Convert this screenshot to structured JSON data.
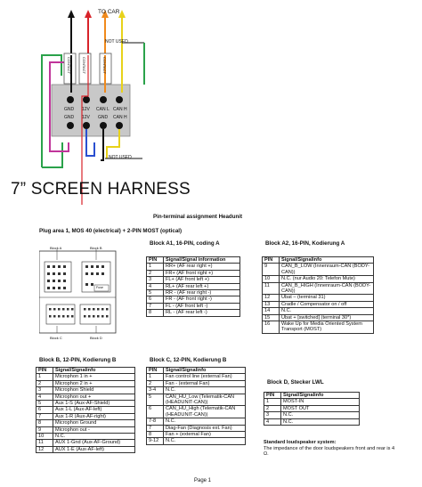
{
  "harness": {
    "to_car": "TO CAR",
    "not_used_top": "NOT USED",
    "not_used_bottom": "NOT USED",
    "connector_contacts": [
      "CONTACT",
      "CONTACT",
      "CONTACT"
    ],
    "pins_top": [
      "GND",
      "12V",
      "CAN L",
      "CAN H"
    ],
    "pins_bottom": [
      "GND",
      "12V",
      "GND",
      "CAN H"
    ],
    "title": "7” SCREEN HARNESS"
  },
  "doc": {
    "heading": "Pin-terminal assignment Headunit",
    "plug_area": "Plug area 1, MOS 40 (electrical) + 2-PIN MOST (optical)",
    "plug_labels": {
      "block_a": "Block A",
      "block_b": "Block B",
      "block_c": "Block C",
      "block_d": "Block D",
      "inner": "Fuse"
    },
    "page": "Page 1",
    "speaker_note_title": "Standard loudspeaker system:",
    "speaker_note_text": "The impedance of the door loudspeakers front and rear is 4 Ω.",
    "tables": {
      "a1": {
        "title": "Block A1, 16-PIN, coding A",
        "headers": [
          "PIN",
          "Signal/Signal information"
        ],
        "rows": [
          [
            "1",
            "RR+ (AF rear right +)"
          ],
          [
            "2",
            "FR+ (AF front right +)"
          ],
          [
            "3",
            "FL+ (AF front left +)"
          ],
          [
            "4",
            "RL+ (AF rear left +)"
          ],
          [
            "5",
            "RR - (AF rear right -)"
          ],
          [
            "6",
            "FR - (AF front right -)"
          ],
          [
            "7",
            "FL - (AF front left -)"
          ],
          [
            "8",
            "RL - (AF rear left -)"
          ]
        ]
      },
      "a2": {
        "title": "Block A2, 16-PIN, Kodierung A",
        "headers": [
          "PIN",
          "Signal/Signalinfo"
        ],
        "rows": [
          [
            "9",
            "CAN_B_LOW (Innenraum-CAN (BODY-CAN))"
          ],
          [
            "10",
            "N.C. (nur Audio 20: Telefon Mute)"
          ],
          [
            "11",
            "CAN_B_HIGH (Innenraum-CAN (BODY-CAN))"
          ],
          [
            "12",
            "Ubat – (terminal 31)"
          ],
          [
            "13",
            "Cradle / Compensator on / off"
          ],
          [
            "14",
            "N.C."
          ],
          [
            "15",
            "Ubat + [switched] (terminal 30*)"
          ],
          [
            "16",
            "Wake Up for Media Oriented System Transport (MOST)"
          ]
        ]
      },
      "b": {
        "title": "Block B, 12-PIN, Kodierung B",
        "headers": [
          "PIN",
          "Signal/Signalinfo"
        ],
        "rows": [
          [
            "1",
            "Microphon 1 in +"
          ],
          [
            "2",
            "Microphon 2 in +"
          ],
          [
            "3",
            "Microphon Shield"
          ],
          [
            "4",
            "Microphon out +"
          ],
          [
            "5",
            "Aux 1-S (Aux-AF-Shield)"
          ],
          [
            "6",
            "Aux 1-L (Aux-AF-left)"
          ],
          [
            "7",
            "Aux 1-R (Aux-AF-right)"
          ],
          [
            "8",
            "Microphon Ground"
          ],
          [
            "9",
            "Microphon out -"
          ],
          [
            "10",
            "N.C."
          ],
          [
            "11",
            "AUX 1-Gnd (Aux-AF-Ground)"
          ],
          [
            "12",
            "AUX 1-E (Aux-AF-left)"
          ]
        ]
      },
      "c": {
        "title": "Block C, 12-PIN, Kodierung B",
        "headers": [
          "PIN",
          "Signal/Signalinfo"
        ],
        "rows": [
          [
            "1",
            "Fan control line (external Fan)"
          ],
          [
            "2",
            "Fan - (external Fan)"
          ],
          [
            "3-4",
            "N.C."
          ],
          [
            "5",
            "CAN_HU_Low (Telematik-CAN (HEADUNIT-CAN))"
          ],
          [
            "6",
            "CAN_HU_High (Telematik-CAN (HEADUNIT-CAN))"
          ],
          [
            "7-8",
            "N.C."
          ],
          [
            "7",
            "Diag-Fan (Diagnosis ext. Fan)"
          ],
          [
            "8",
            "Fan + (external Fan)"
          ],
          [
            "9-12",
            "N.C."
          ]
        ]
      },
      "d": {
        "title": "Block D, Stecker LWL",
        "headers": [
          "PIN",
          "Signal/Signalinfo"
        ],
        "rows": [
          [
            "1",
            "MOST-IN"
          ],
          [
            "2",
            "MOST OUT"
          ],
          [
            "3",
            "N.C."
          ],
          [
            "4",
            "N.C."
          ]
        ]
      }
    }
  },
  "colors": {
    "black": "#111111",
    "red": "#d8232a",
    "orange": "#f08a1c",
    "yellow": "#e8d21a",
    "green": "#2aa24a",
    "magenta": "#c0359a",
    "blue": "#2a4fd0",
    "connector": "#c8c8c8"
  }
}
